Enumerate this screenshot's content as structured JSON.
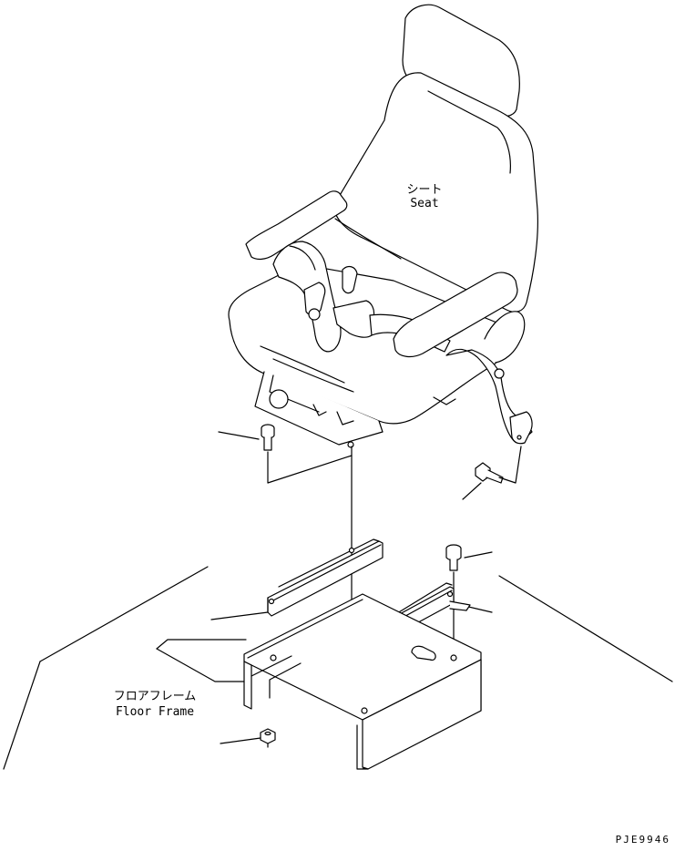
{
  "labels": {
    "seat_jp": "シート",
    "seat_en": "Seat",
    "floor_jp": "フロアフレーム",
    "floor_en": "Floor Frame"
  },
  "drawing_code": "PJE9946"
}
